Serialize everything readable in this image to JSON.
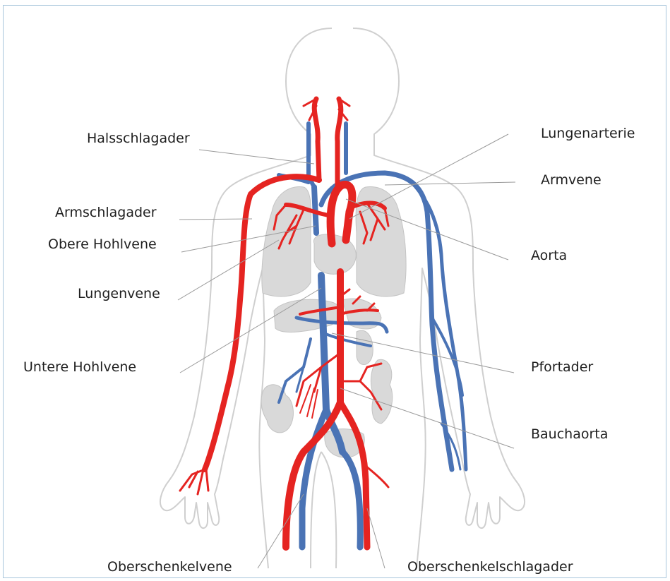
{
  "colors": {
    "artery": "#e52421",
    "vein": "#4a73b5",
    "organ": "#d9d9d9",
    "outline": "#c8c8c8",
    "leader": "#9a9a9a",
    "frame": "#a9c6dc"
  },
  "labels": {
    "halsschlagader": "Halsschlagader",
    "armschlagader": "Armschlagader",
    "obere_hohlvene": "Obere Hohlvene",
    "lungenvene": "Lungenvene",
    "untere_hohlvene": "Untere Hohlvene",
    "oberschenkelvene": "Oberschenkelvene",
    "lungenarterie": "Lungenarterie",
    "armvene": "Armvene",
    "aorta": "Aorta",
    "pfortader": "Pfortader",
    "bauchaorta": "Bauchaorta",
    "oberschenkelschlagader": "Oberschenkelschlagader"
  }
}
